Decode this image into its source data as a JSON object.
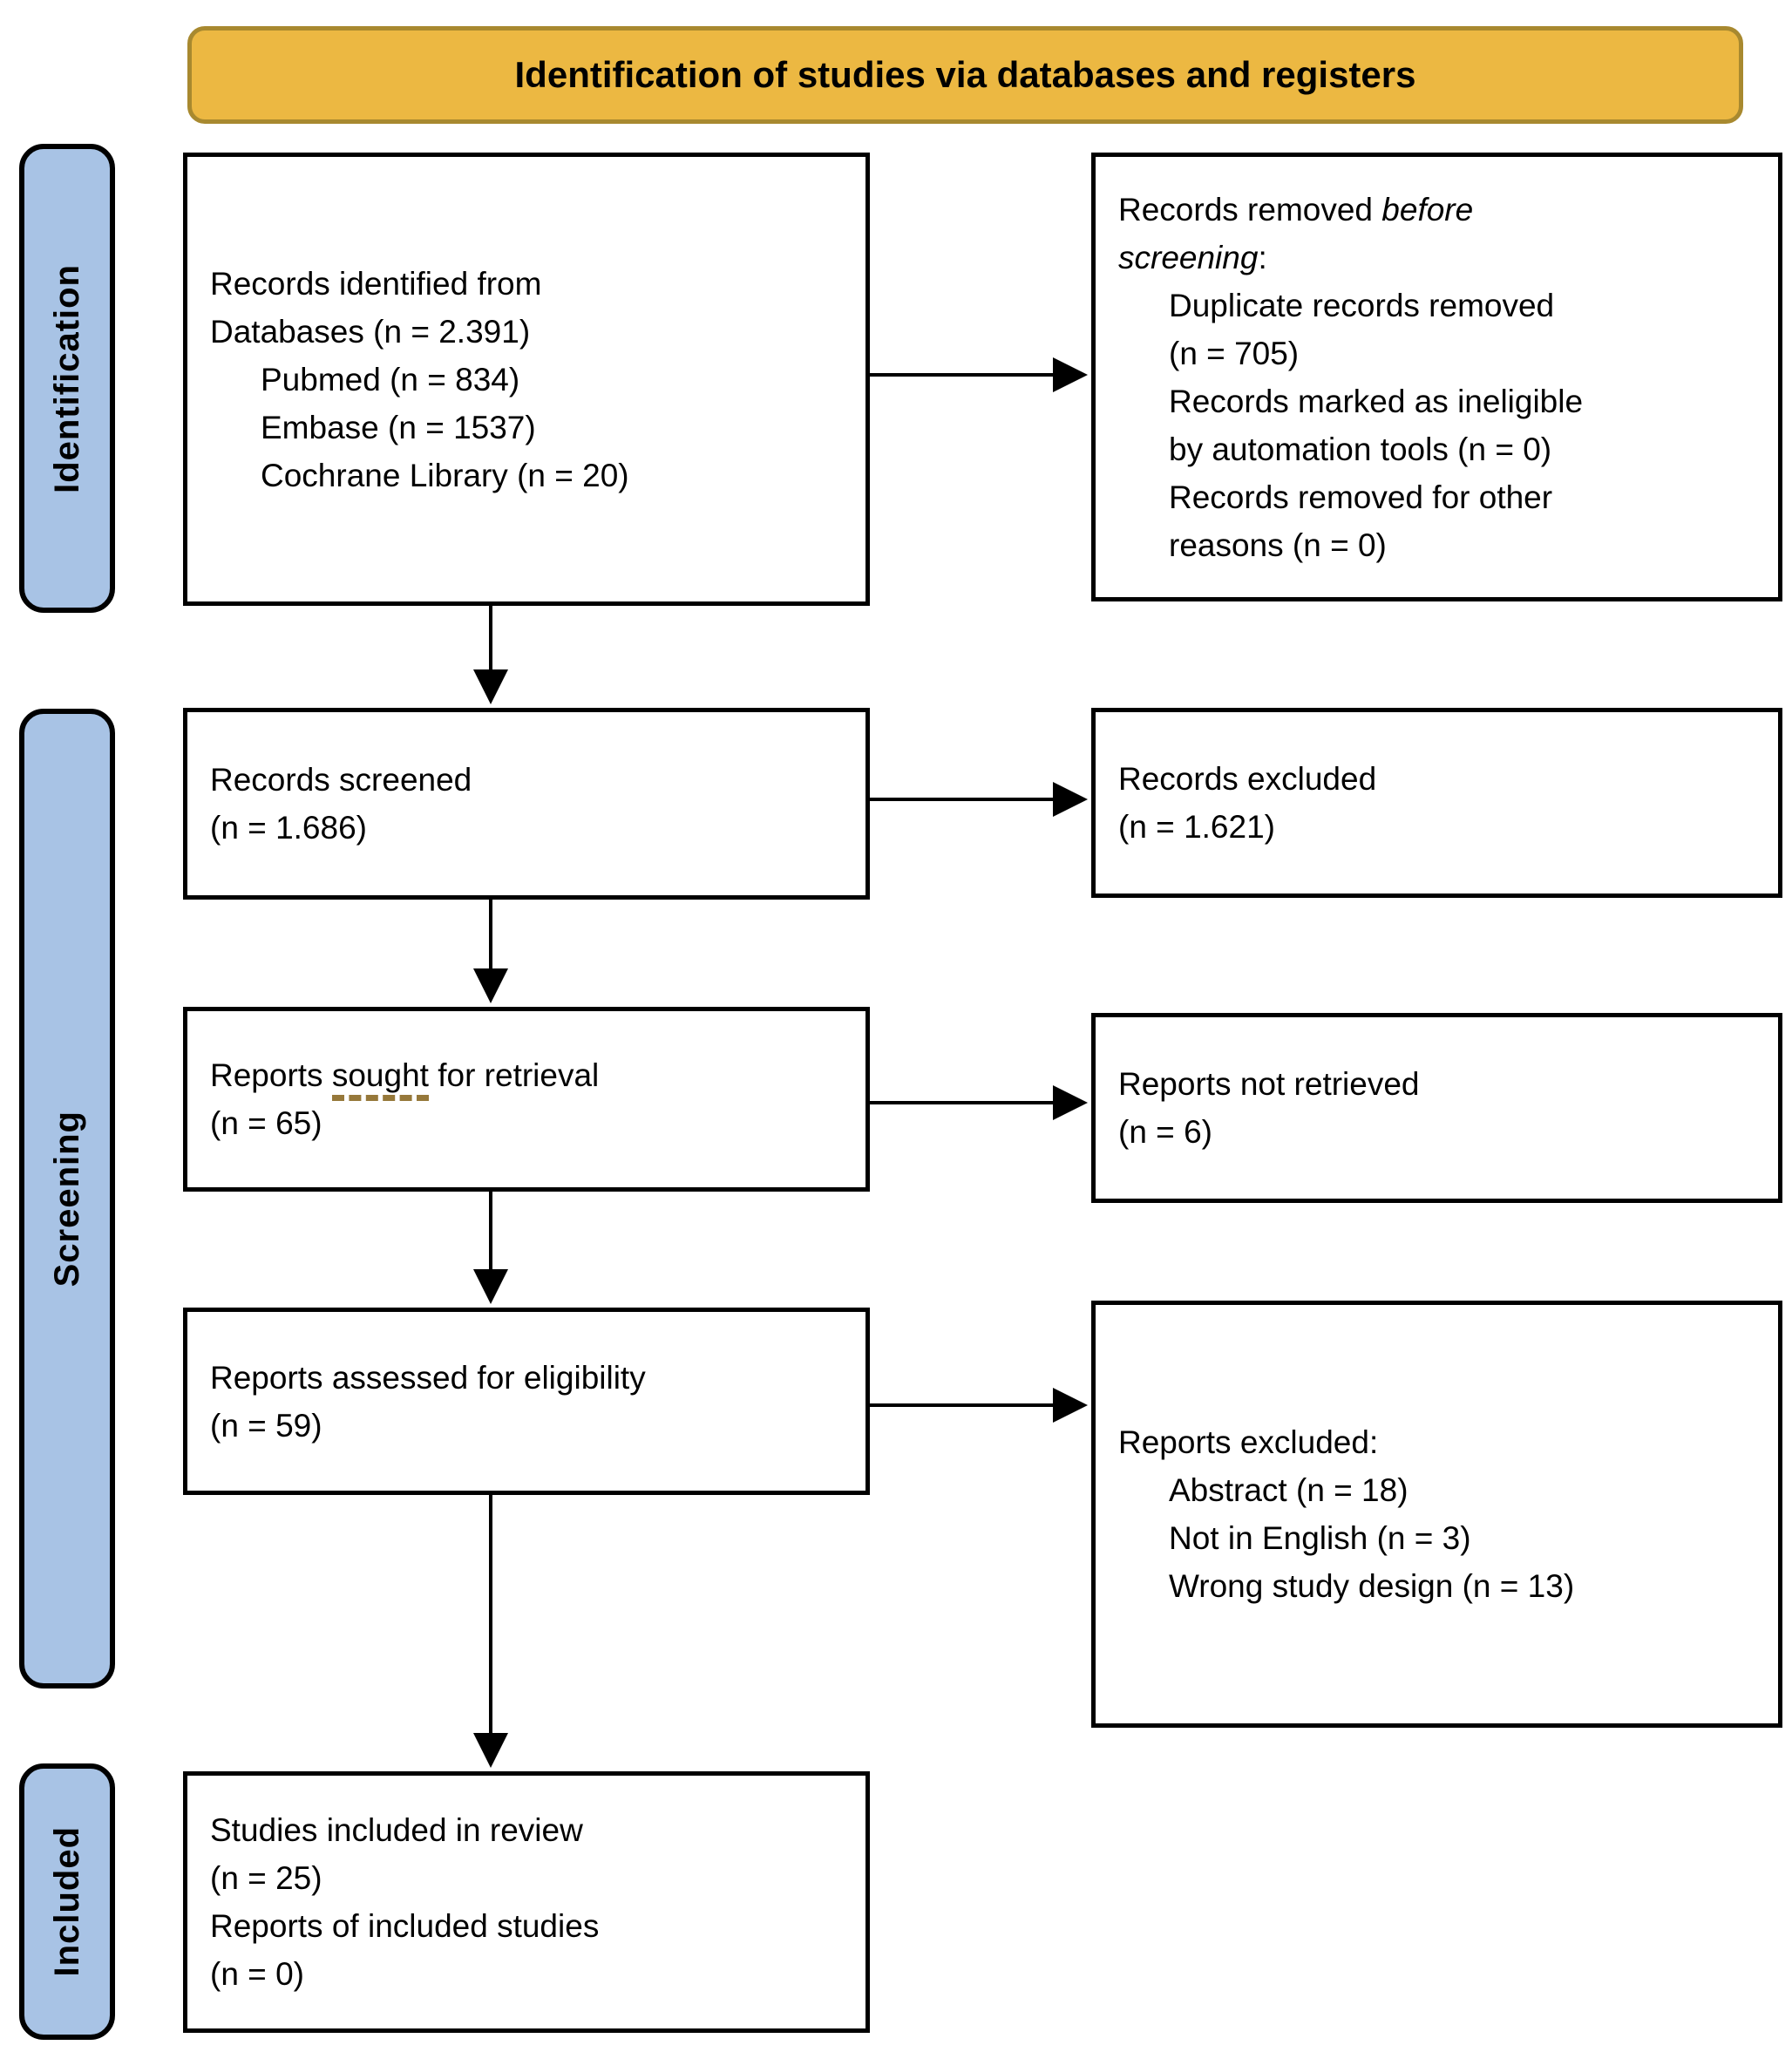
{
  "banner": {
    "title": "Identification of studies via databases and registers"
  },
  "stages": [
    {
      "label": "Identification"
    },
    {
      "label": "Screening"
    },
    {
      "label": "Included"
    }
  ],
  "boxes": {
    "identified": {
      "lines": [
        "Records identified from",
        "Databases (n = 2.391)"
      ],
      "items": [
        "Pubmed (n = 834)",
        "Embase (n = 1537)",
        "Cochrane Library (n = 20)"
      ]
    },
    "removed_before_screening": {
      "line1_normal": "Records removed",
      "line1_italic": "before",
      "line2_italic": "screening",
      "line2_normal": ":",
      "items": [
        {
          "lines": [
            "Duplicate records removed",
            "(n = 705)"
          ]
        },
        {
          "lines": [
            "Records marked as ineligible",
            "by automation tools (n = 0)"
          ]
        },
        {
          "lines": [
            "Records removed for other",
            "reasons (n = 0)"
          ]
        }
      ]
    },
    "screened": {
      "lines": [
        "Records screened",
        "(n = 1.686)"
      ]
    },
    "records_excluded": {
      "lines": [
        "Records excluded",
        "(n = 1.621)"
      ]
    },
    "sought": {
      "pre": "Reports",
      "underlined": "sought",
      "post": "for retrieval",
      "count": "(n = 65)"
    },
    "not_retrieved": {
      "lines": [
        "Reports not retrieved",
        "(n = 6)"
      ]
    },
    "assessed": {
      "lines": [
        "Reports assessed for eligibility",
        "(n = 59)"
      ]
    },
    "reports_excluded": {
      "title": "Reports excluded:",
      "items": [
        "Abstract (n = 18)",
        "Not in English (n = 3)",
        "Wrong study design (n = 13)"
      ]
    },
    "included": {
      "lines": [
        "Studies included in review",
        "(n = 25)",
        "Reports of included studies",
        "(n = 0)"
      ]
    }
  },
  "colors": {
    "banner_fill": "#ECB842",
    "banner_border": "#A8892F",
    "stage_fill": "#A8C3E5",
    "box_border": "#000000",
    "underline": "#96783A"
  }
}
